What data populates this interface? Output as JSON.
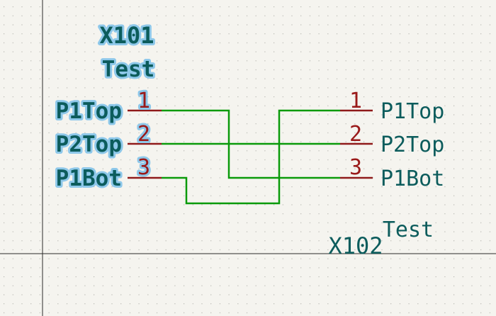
{
  "colors": {
    "background": "#f5f4ef",
    "grid_dot": "#b8b8b2",
    "crosshair": "#2a2a2a",
    "pin_line": "#8f1a1a",
    "pin_number": "#9a1a1a",
    "pin_name": "#0c5c5c",
    "reference": "#0c5c5c",
    "wire": "#0a9a0a",
    "selection_halo": "#8ec8ea"
  },
  "symbols": {
    "x101": {
      "reference": "X101",
      "value": "Test",
      "pins": [
        {
          "number": "1",
          "name": "P1Top"
        },
        {
          "number": "2",
          "name": "P2Top"
        },
        {
          "number": "3",
          "name": "P1Bot"
        }
      ]
    },
    "x102": {
      "reference": "X102",
      "value": "Test",
      "pins": [
        {
          "number": "1",
          "name": "P1Top"
        },
        {
          "number": "2",
          "name": "P2Top"
        },
        {
          "number": "3",
          "name": "P1Bot"
        }
      ]
    }
  },
  "wires": [
    {
      "from": "X101 pin 1",
      "to": "X102 pin 3"
    },
    {
      "from": "X101 pin 2",
      "to": "X102 pin 2"
    },
    {
      "from": "X101 pin 3",
      "to": "X102 pin 1"
    }
  ]
}
